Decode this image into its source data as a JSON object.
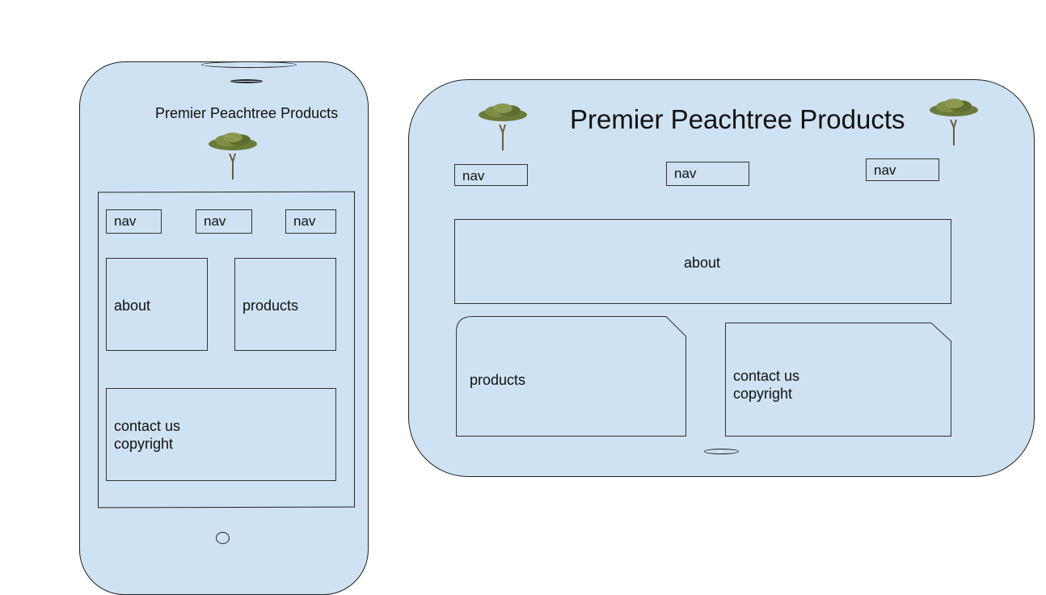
{
  "phone": {
    "title": "Premier Peachtree Products",
    "tree_icon": "acacia-tree-icon",
    "nav": [
      "nav",
      "nav",
      "nav"
    ],
    "about": "about",
    "products": "products",
    "contact_line1": "contact us",
    "contact_line2": "copyright"
  },
  "tablet": {
    "title": "Premier Peachtree Products",
    "tree_icon": "acacia-tree-icon",
    "nav": [
      "nav",
      "nav",
      "nav"
    ],
    "about": "about",
    "products": "products",
    "contact_line1": "contact us",
    "contact_line2": "copyright"
  },
  "colors": {
    "device_fill": "#cfe2f3",
    "outline": "#222222",
    "tree_foliage": "#6b7a3a",
    "tree_trunk": "#6e5a3c"
  }
}
